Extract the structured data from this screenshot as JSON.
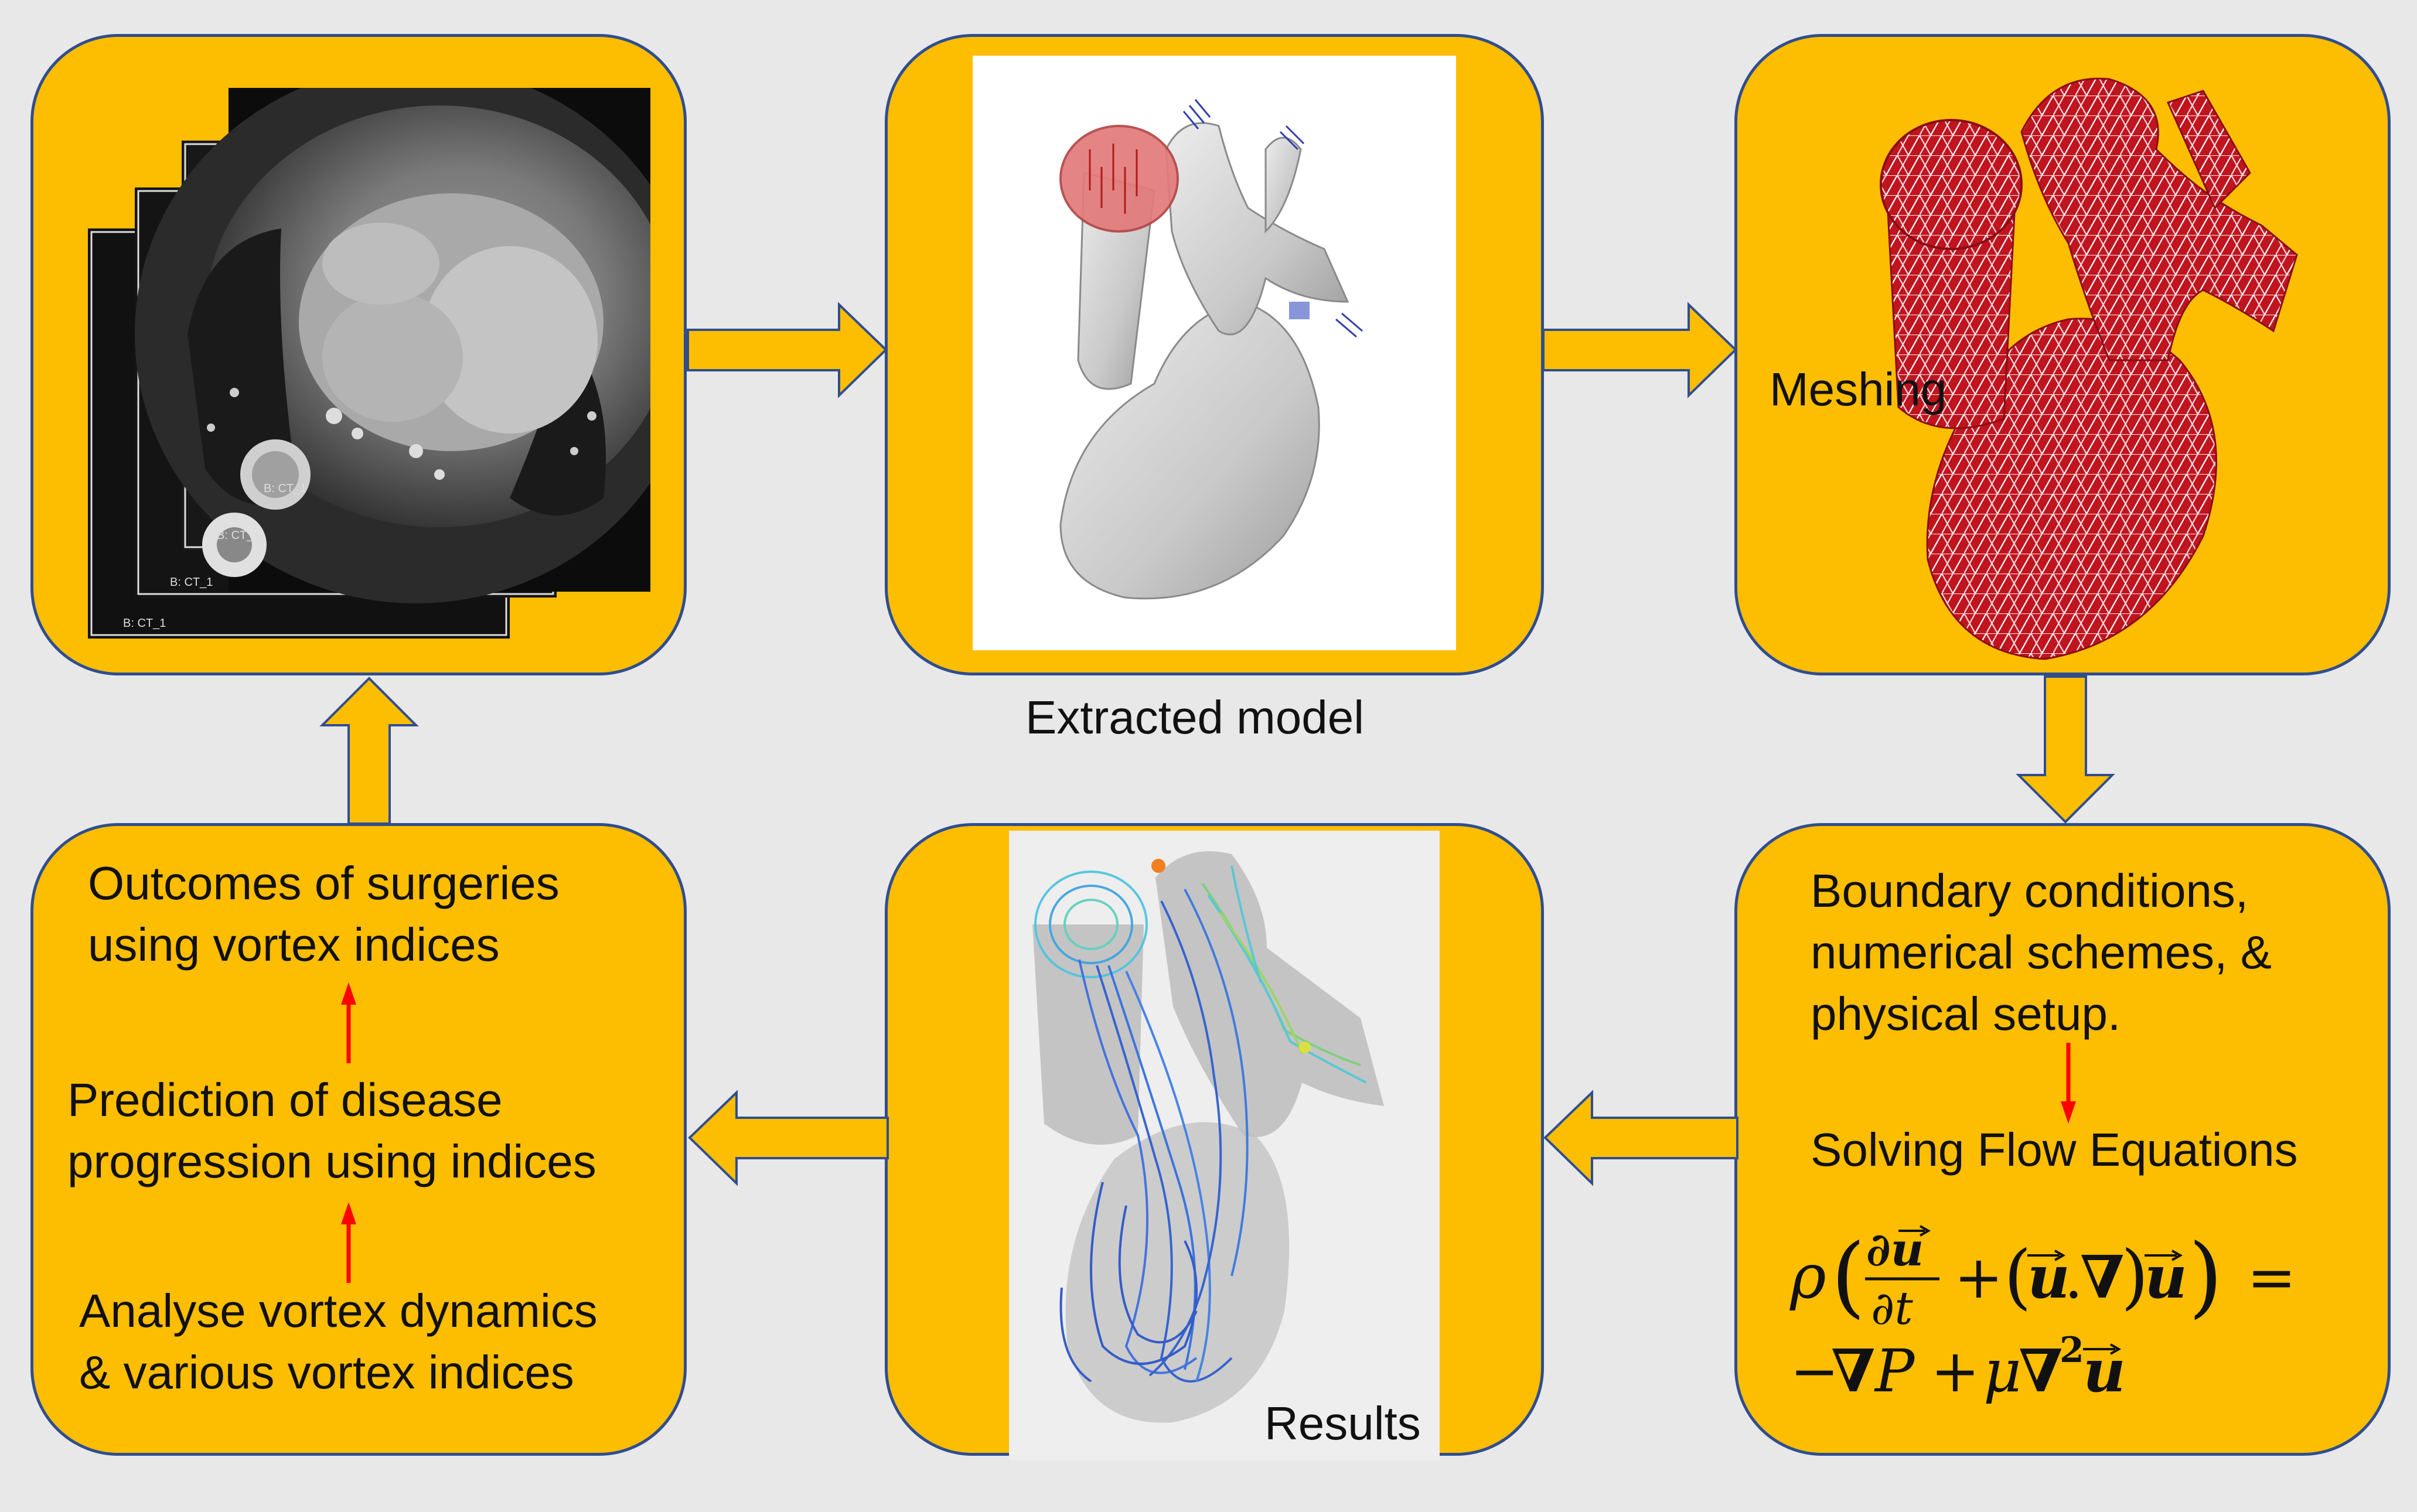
{
  "diagram": {
    "extracted_model_label": "Extracted model",
    "meshing_label": "Meshing",
    "results_label": "Results",
    "ct_stack_labels": [
      "B: CT_1",
      "B: CT_1",
      "B: CT_1",
      "B: CT_1"
    ],
    "cfd_box": {
      "line1": "Boundary conditions,",
      "line2": "numerical schemes, &",
      "line3": "physical setup.",
      "solving": "Solving Flow Equations"
    },
    "outcomes_box": {
      "outcomes_line1": "Outcomes of surgeries",
      "outcomes_line2": "using vortex indices",
      "prediction_line1": "Prediction of disease",
      "prediction_line2": "progression using indices",
      "analyse_line1": "Analyse vortex dynamics",
      "analyse_line2": "& various vortex indices"
    },
    "equation": {
      "rho": "ρ",
      "mu": "μ",
      "P": "P"
    },
    "colors": {
      "box_fill": "#fdbd00",
      "box_border": "#2f4e8f",
      "arrow_fill": "#fdbd00",
      "arrow_stroke": "#2f4e8f",
      "red_arrow": "#ff0000",
      "mesh_red": "#c0141f",
      "background": "#e8e8e8"
    }
  }
}
